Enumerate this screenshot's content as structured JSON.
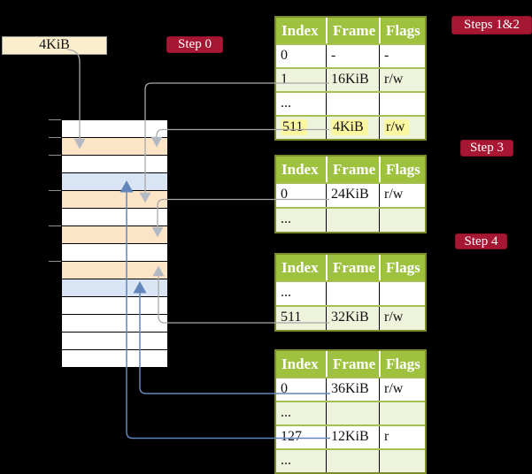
{
  "frame_label": {
    "text": "4KiB"
  },
  "badges": {
    "steps12": "Steps 1&2",
    "step0": "Step 0",
    "step3": "Step 3",
    "step4": "Step 4"
  },
  "memory": {
    "frames": [
      {
        "type": "free"
      },
      {
        "type": "pagetable"
      },
      {
        "type": "free"
      },
      {
        "type": "page"
      },
      {
        "type": "pagetable"
      },
      {
        "type": "free"
      },
      {
        "type": "pagetable"
      },
      {
        "type": "free"
      },
      {
        "type": "pagetable"
      },
      {
        "type": "page"
      },
      {
        "type": "free"
      },
      {
        "type": "free"
      },
      {
        "type": "free"
      },
      {
        "type": "free"
      }
    ]
  },
  "page_tables": [
    {
      "name": "page-table-steps-1-2",
      "columns": [
        "Index",
        "Frame",
        "Flags"
      ],
      "rows": [
        {
          "cells": [
            "0",
            "-",
            "-"
          ],
          "highlight": false
        },
        {
          "cells": [
            "1",
            "16KiB",
            "r/w"
          ],
          "highlight": false
        },
        {
          "cells": [
            "...",
            "",
            ""
          ],
          "highlight": false
        },
        {
          "cells": [
            "511",
            "4KiB",
            "r/w"
          ],
          "highlight": true
        }
      ]
    },
    {
      "name": "page-table-step-3",
      "columns": [
        "Index",
        "Frame",
        "Flags"
      ],
      "rows": [
        {
          "cells": [
            "0",
            "24KiB",
            "r/w"
          ],
          "highlight": false
        },
        {
          "cells": [
            "...",
            "",
            ""
          ],
          "highlight": false
        }
      ]
    },
    {
      "name": "page-table-step-4",
      "columns": [
        "Index",
        "Frame",
        "Flags"
      ],
      "rows": [
        {
          "cells": [
            "...",
            "",
            ""
          ],
          "highlight": false
        },
        {
          "cells": [
            "511",
            "32KiB",
            "r/w"
          ],
          "highlight": false
        }
      ]
    },
    {
      "name": "page-table-final",
      "columns": [
        "Index",
        "Frame",
        "Flags"
      ],
      "rows": [
        {
          "cells": [
            "0",
            "36KiB",
            "r/w"
          ],
          "highlight": false
        },
        {
          "cells": [
            "...",
            "",
            ""
          ],
          "highlight": false
        },
        {
          "cells": [
            "127",
            "12KiB",
            "r"
          ],
          "highlight": false
        },
        {
          "cells": [
            "...",
            "",
            ""
          ],
          "highlight": false
        }
      ]
    }
  ],
  "colors": {
    "accent_red": "#a61733",
    "table_header_green": "#9ec23d",
    "table_row_shade": "#eef3dc",
    "highlight_yellow": "#fbf6a0",
    "pagetable_frame_peach": "#fce4c6",
    "mapped_page_blue": "#d9e4f4",
    "frame_label_cream": "#fbeecd",
    "arrow_gray": "#a9a9a9",
    "arrow_blue": "#6286bb"
  }
}
